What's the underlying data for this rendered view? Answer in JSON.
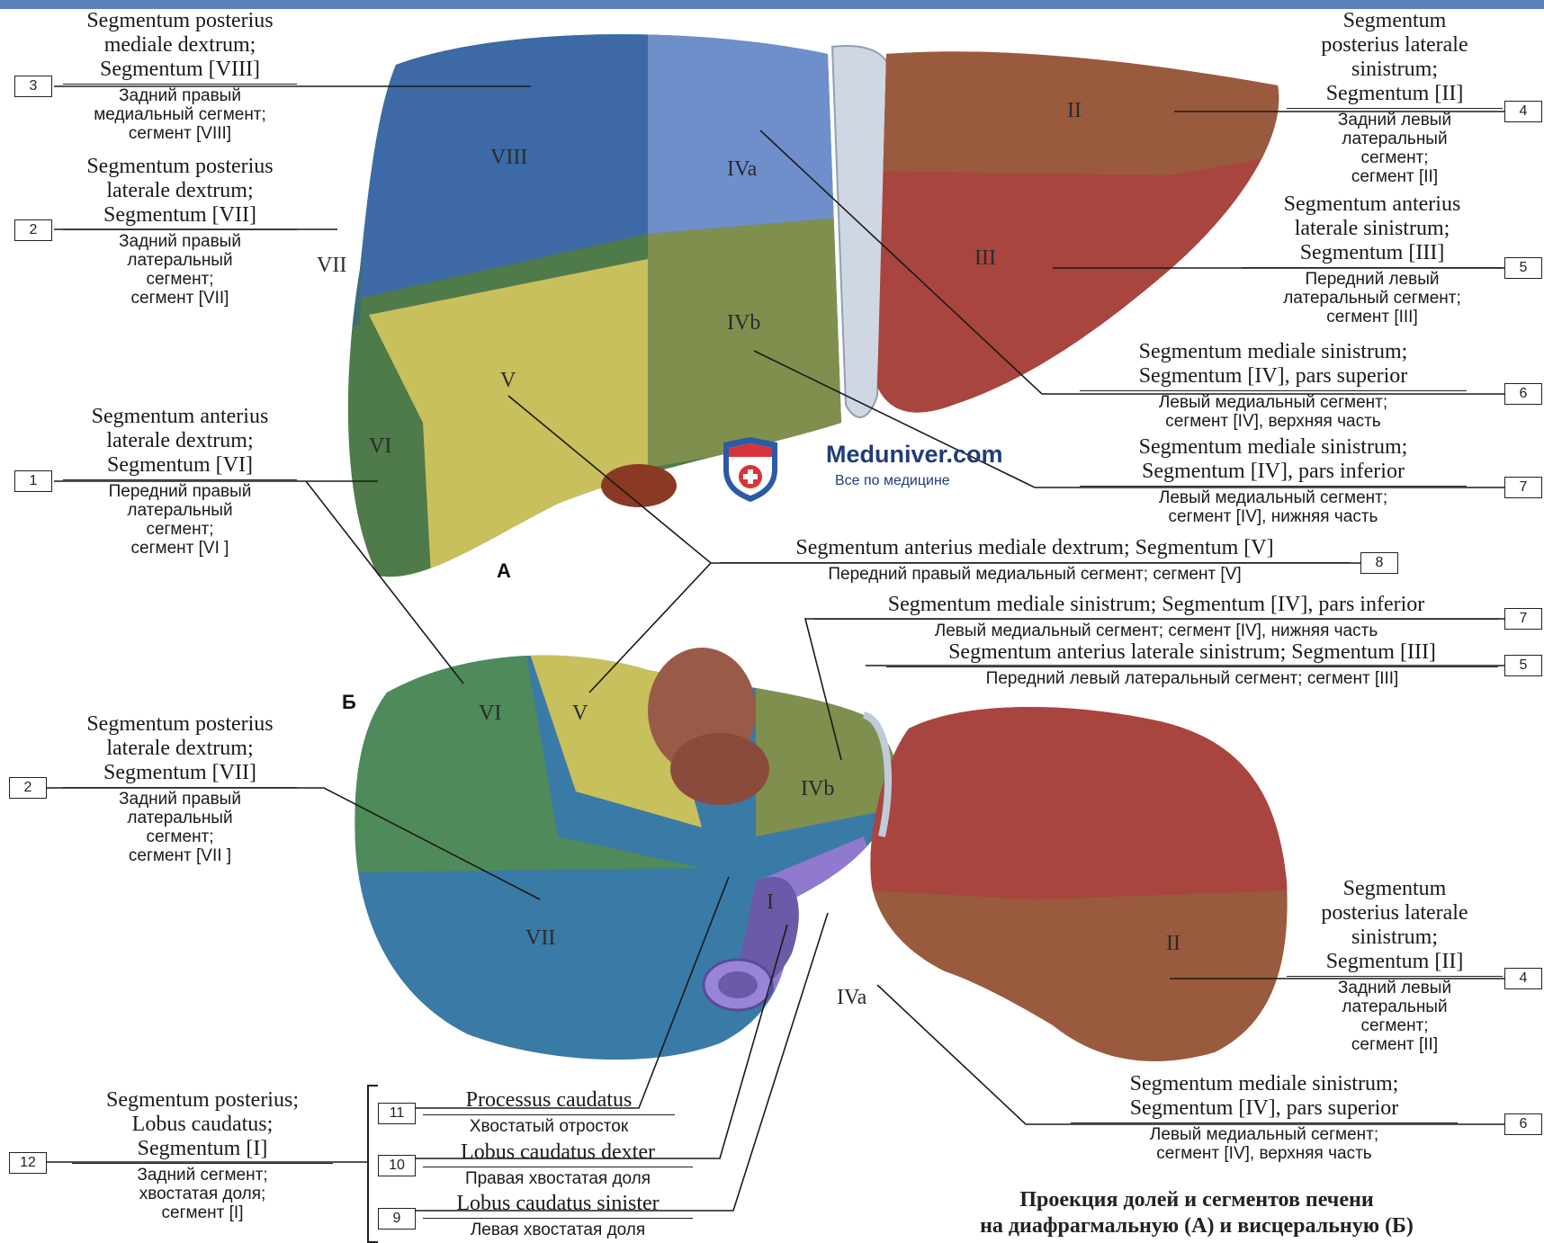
{
  "labels": {
    "l3": {
      "lat": [
        "Segmentum posterius",
        "mediale dextrum;",
        "Segmentum [VIII]"
      ],
      "ru": [
        "Задний правый",
        "медиальный сегмент;",
        "сегмент [VIII]"
      ]
    },
    "l2a": {
      "lat": [
        "Segmentum posterius",
        "laterale dextrum;",
        "Segmentum [VII]"
      ],
      "ru": [
        "Задний правый",
        "латеральный",
        "сегмент;",
        "сегмент [VII]"
      ]
    },
    "l1": {
      "lat": [
        "Segmentum anterius",
        "laterale dextrum;",
        "Segmentum [VI]"
      ],
      "ru": [
        "Передний правый",
        "латеральный",
        "сегмент;",
        "сегмент [VI ]"
      ]
    },
    "l4a": {
      "lat": [
        "Segmentum",
        "posterius laterale",
        "sinistrum;",
        "Segmentum [II]"
      ],
      "ru": [
        "Задний левый",
        "латеральный",
        "сегмент;",
        "сегмент [II]"
      ]
    },
    "l5a": {
      "lat": [
        "Segmentum anterius",
        "laterale sinistrum;",
        "Segmentum [III]"
      ],
      "ru": [
        "Передний левый",
        "латеральный сегмент;",
        "сегмент [III]"
      ]
    },
    "l6a": {
      "lat": [
        "Segmentum mediale sinistrum;",
        "Segmentum [IV], pars superior"
      ],
      "ru": [
        "Левый медиальный сегмент;",
        "сегмент [IV], верхняя часть"
      ]
    },
    "l7a": {
      "lat": [
        "Segmentum mediale sinistrum;",
        "Segmentum [IV], pars inferior"
      ],
      "ru": [
        "Левый медиальный сегмент;",
        "сегмент [IV], нижняя часть"
      ]
    },
    "l8": {
      "lat": [
        "Segmentum anterius mediale dextrum; Segmentum [V]"
      ],
      "ru": [
        "Передний правый медиальный сегмент; сегмент [V]"
      ]
    },
    "l7b": {
      "lat": [
        "Segmentum mediale sinistrum; Segmentum [IV], pars inferior"
      ],
      "ru": [
        "Левый медиальный сегмент; сегмент [IV], нижняя часть"
      ]
    },
    "l5b": {
      "lat": [
        "Segmentum anterius laterale sinistrum; Segmentum [III]"
      ],
      "ru": [
        "Передний левый латеральный сегмент; сегмент [III]"
      ]
    },
    "l2b": {
      "lat": [
        "Segmentum posterius",
        "laterale dextrum;",
        "Segmentum [VII]"
      ],
      "ru": [
        "Задний правый",
        "латеральный",
        "сегмент;",
        "сегмент [VII ]"
      ]
    },
    "l4b": {
      "lat": [
        "Segmentum",
        "posterius laterale",
        "sinistrum;",
        "Segmentum [II]"
      ],
      "ru": [
        "Задний левый",
        "латеральный",
        "сегмент;",
        "сегмент [II]"
      ]
    },
    "l6b": {
      "lat": [
        "Segmentum mediale sinistrum;",
        "Segmentum [IV], pars superior"
      ],
      "ru": [
        "Левый медиальный сегмент;",
        "сегмент [IV], верхняя часть"
      ]
    },
    "l12": {
      "lat": [
        "Segmentum posterius;",
        "Lobus caudatus;",
        "Segmentum [I]"
      ],
      "ru": [
        "Задний сегмент;",
        "хвостатая доля;",
        "сегмент [I]"
      ]
    },
    "l11": {
      "lat": [
        "Processus caudatus"
      ],
      "ru": [
        "Хвостатый отросток"
      ]
    },
    "l10": {
      "lat": [
        "Lobus caudatus dexter"
      ],
      "ru": [
        "Правая хвостатая доля"
      ]
    },
    "l9": {
      "lat": [
        "Lobus caudatus sinister"
      ],
      "ru": [
        "Левая хвостатая доля"
      ]
    }
  },
  "numbers": {
    "n3": "3",
    "n2a": "2",
    "n1": "1",
    "n4a": "4",
    "n5a": "5",
    "n6a": "6",
    "n7a": "7",
    "n8": "8",
    "n7b": "7",
    "n5b": "5",
    "n2b": "2",
    "n4b": "4",
    "n6b": "6",
    "n12": "12",
    "n11": "11",
    "n10": "10",
    "n9": "9"
  },
  "segments_a": {
    "viii": "VIII",
    "iva": "IVa",
    "ii": "II",
    "vii": "VII",
    "iii": "III",
    "ivb": "IVb",
    "v": "V",
    "vi": "VI"
  },
  "segments_b": {
    "vi": "VI",
    "v": "V",
    "ivb": "IVb",
    "vii": "VII",
    "i": "I",
    "ii": "II",
    "iva": "IVa"
  },
  "views": {
    "a": "А",
    "b": "Б"
  },
  "logo": {
    "site": "Meduniver.com",
    "tagline": "Все по медицине"
  },
  "caption": [
    "Проекция долей и сегментов печени",
    "на диафрагмальную (А) и висцеральную (Б)"
  ],
  "colors": {
    "segment_viii": "#3d6aa6",
    "segment_iva": "#6f8fcb",
    "segment_ii": "#9a5a3e",
    "segment_iii": "#a8453e",
    "segment_vii": "#3a7aa6",
    "segment_vi": "#4f7a4a",
    "segment_v": "#c7c05c",
    "segment_ivb": "#7f8f4e",
    "segment_i": "#6b5aa8",
    "brand": "#1e3d78"
  }
}
